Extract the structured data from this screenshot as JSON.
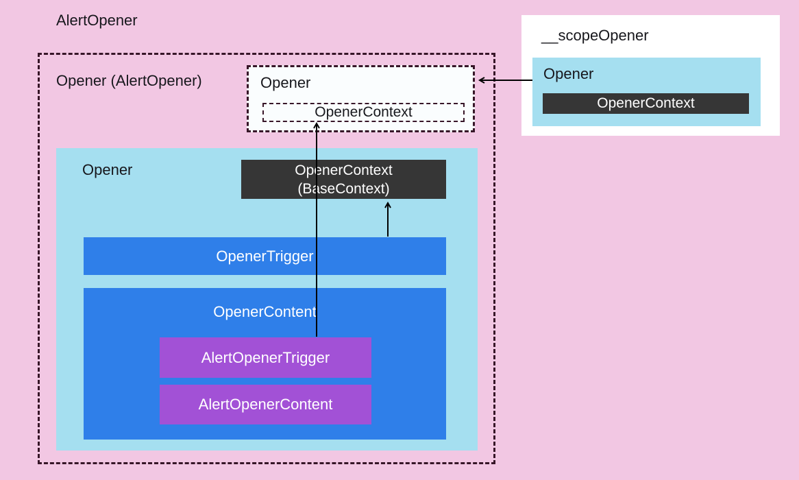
{
  "root_label": "AlertOpener",
  "scope_box": {
    "label": "Opener (AlertOpener)",
    "provider_box": {
      "label": "Opener",
      "context": "OpenerContext"
    },
    "opener_box": {
      "label": "Opener",
      "context_line1": "OpenerContext",
      "context_line2": "(BaseContext)",
      "trigger": "OpenerTrigger",
      "content": "OpenerContent",
      "alert_trigger": "AlertOpenerTrigger",
      "alert_content": "AlertOpenerContent"
    }
  },
  "scope_panel": {
    "title": "__scopeOpener",
    "opener": {
      "label": "Opener",
      "context": "OpenerContext"
    }
  },
  "arrows": [
    {
      "name": "alert-trigger-to-provider-context",
      "from": "AlertOpenerTrigger",
      "to": "OpenerContext (provider box)"
    },
    {
      "name": "opener-trigger-to-base-context",
      "from": "OpenerTrigger",
      "to": "OpenerContext (BaseContext)"
    },
    {
      "name": "scope-opener-to-provider-box",
      "from": "__scopeOpener Opener",
      "to": "Opener (provider box)"
    }
  ],
  "colors": {
    "background_pink": "#F2C7E3",
    "container_light_blue": "#A5DFF0",
    "component_blue": "#2F7FE9",
    "alert_purple": "#A251D6",
    "context_dark": "#363636",
    "dashed_border": "#371628",
    "panel_white": "#FFFFFF",
    "provider_fill": "#FAFDFE",
    "arrow_black": "#000000"
  }
}
